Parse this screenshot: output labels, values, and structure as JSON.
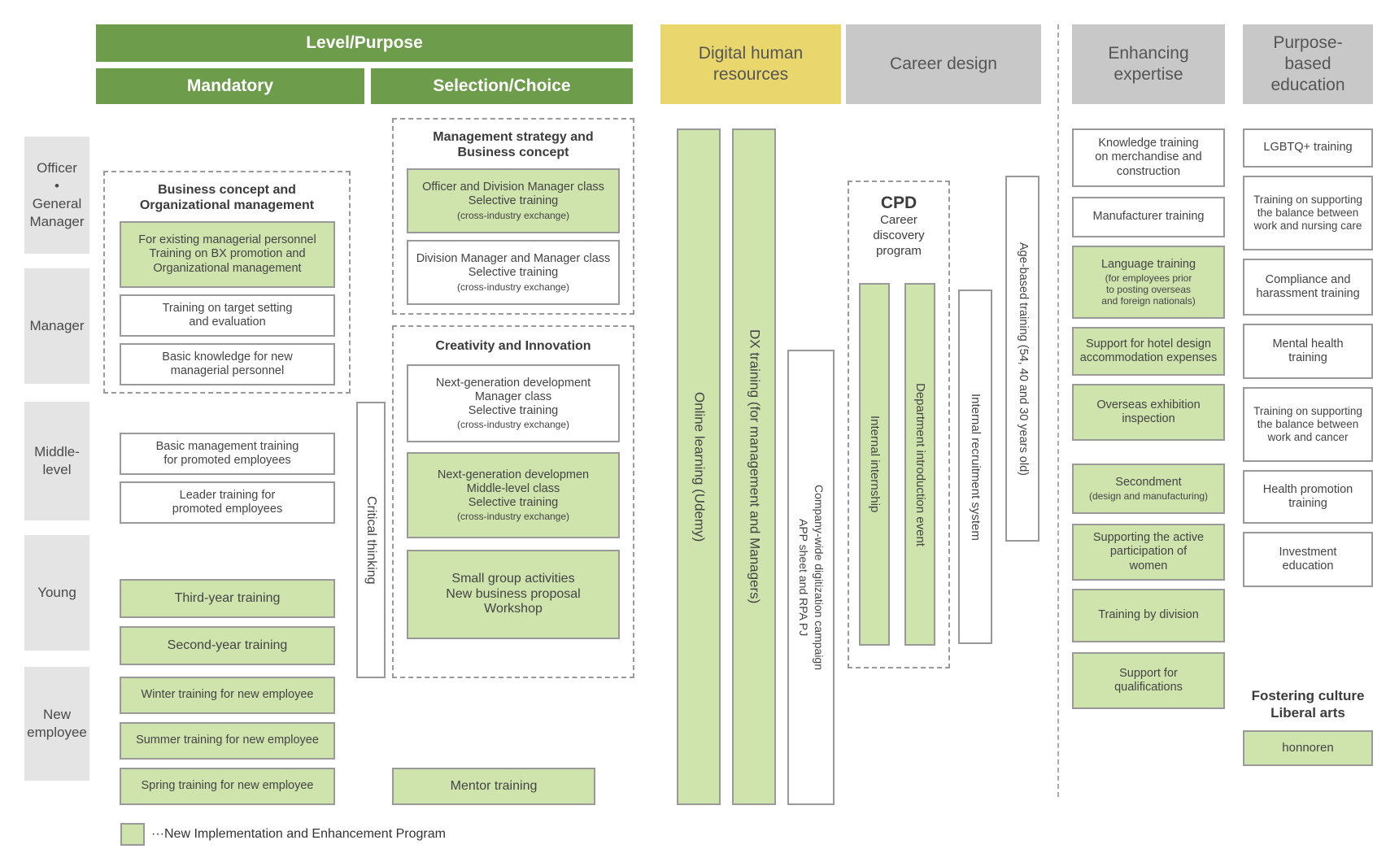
{
  "colors": {
    "green_header": "#6d9c4a",
    "yellow_header": "#e9d76e",
    "gray_header": "#c8c8c8",
    "green_box": "#cfe4ad",
    "label_gray": "#e4e4e4"
  },
  "headers": {
    "level_purpose": "Level/Purpose",
    "mandatory": "Mandatory",
    "selection": "Selection/Choice",
    "digital": "Digital human\nresources",
    "career": "Career design",
    "enhancing": "Enhancing\nexpertise",
    "purpose": "Purpose-\nbased\neducation"
  },
  "levels": {
    "officer": "Officer\n•\nGeneral\nManager",
    "manager": "Manager",
    "middle": "Middle-\nlevel",
    "young": "Young",
    "new_employee": "New\nemployee"
  },
  "mandatory": {
    "group1": {
      "title": "Business concept and\nOrganizational management",
      "box1": "For existing managerial personnel\nTraining on BX promotion and\nOrganizational management",
      "box2": "Training on target setting\nand evaluation",
      "box3": "Basic knowledge for new\nmanagerial personnel"
    },
    "middle1": "Basic management training\nfor promoted employees",
    "middle2": "Leader training for\npromoted employees",
    "young1": "Third-year training",
    "young2": "Second-year training",
    "new1": "Winter training for new employee",
    "new2": "Summer training for new employee",
    "new3": "Spring training for new employee",
    "critical": "Critical thinking"
  },
  "selection": {
    "group1": {
      "title": "Management strategy and\nBusiness concept",
      "box1": {
        "main": "Officer and Division Manager class\nSelective training",
        "sub": "(cross-industry exchange)"
      },
      "box2": {
        "main": "Division Manager and Manager class\nSelective training",
        "sub": "(cross-industry exchange)"
      }
    },
    "group2": {
      "title": "Creativity and Innovation",
      "box1": {
        "main": "Next-generation development\nManager class\nSelective training",
        "sub": "(cross-industry exchange)"
      },
      "box2": {
        "main": "Next-generation developmen\nMiddle-level class\nSelective training",
        "sub": "(cross-industry exchange)"
      },
      "box3": {
        "main": "Small group activities\nNew business proposal\nWorkshop"
      }
    },
    "mentor": "Mentor training"
  },
  "digital": {
    "online": "Online learning (Udemy)",
    "dx": "DX training (for management and Managers)",
    "campaign": "Company-wide digitization campaign\nAPP sheet and RPA PJ"
  },
  "career": {
    "cpd_title": "CPD",
    "cpd_subtitle": "Career\ndiscovery\nprogram",
    "internship": "Internal internship",
    "dept_event": "Department introduction event",
    "recruitment": "Internal recruitment system",
    "age_based": "Age-based training (54, 40 and 30 years old)"
  },
  "enhancing": {
    "items": [
      {
        "main": "Knowledge training\non merchandise and\nconstruction",
        "sub": ""
      },
      {
        "main": "Manufacturer training",
        "sub": ""
      },
      {
        "main": "Language training",
        "sub": "(for employees prior\nto posting overseas\nand foreign nationals)"
      },
      {
        "main": "Support for hotel design\naccommodation expenses",
        "sub": ""
      },
      {
        "main": "Overseas exhibition\ninspection",
        "sub": ""
      },
      {
        "main": "Secondment",
        "sub": "(design and manufacturing)"
      },
      {
        "main": "Supporting the active\nparticipation of\nwomen",
        "sub": ""
      },
      {
        "main": "Training by division",
        "sub": ""
      },
      {
        "main": "Support for\nqualifications",
        "sub": ""
      }
    ]
  },
  "purpose": {
    "items": [
      "LGBTQ+ training",
      "Training on supporting\nthe balance between\nwork and nursing care",
      "Compliance and\nharassment training",
      "Mental health\ntraining",
      "Training on supporting\nthe balance between\nwork and cancer",
      "Health promotion\ntraining",
      "Investment\neducation"
    ],
    "fostering_title": "Fostering culture\nLiberal arts",
    "fostering_box": "honnoren"
  },
  "legend": {
    "label": "···New Implementation and Enhancement Program"
  }
}
